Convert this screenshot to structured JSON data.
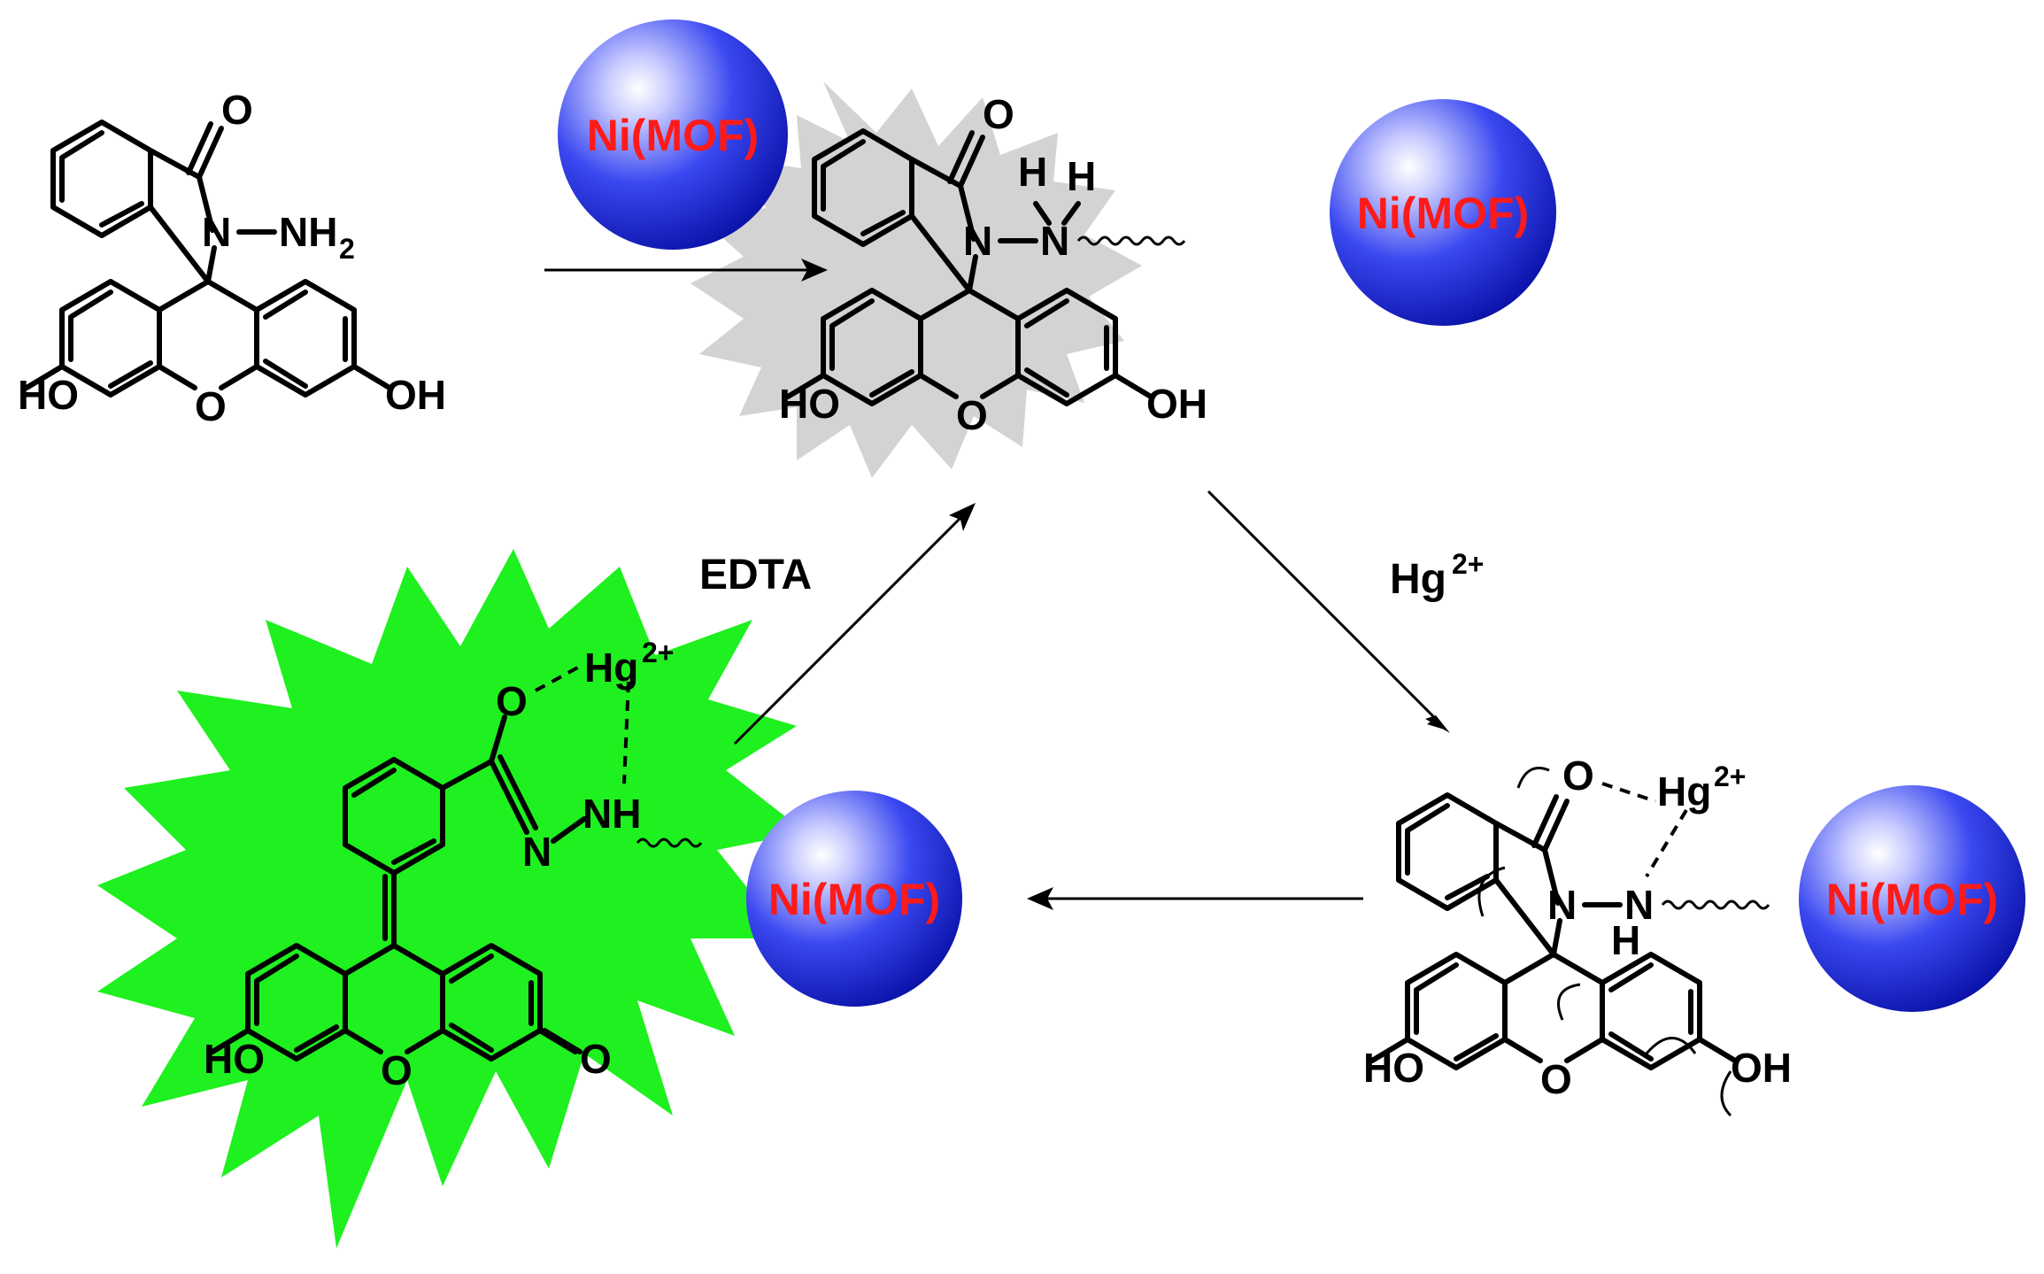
{
  "mof_label": "Ni(MOF)",
  "atoms": {
    "O": "O",
    "N": "N",
    "H": "H",
    "NH": "NH",
    "NH2": "NH",
    "sub2": "2",
    "HO": "HO",
    "OH": "OH",
    "Hg": "Hg",
    "charge": "2+"
  },
  "arrows": {
    "edta_label": "EDTA",
    "hg_label": "Hg",
    "hg_charge": "2+"
  },
  "colors": {
    "sphere_blue": "#1e2fe0",
    "mof_text": "#ff1a1a",
    "gray_burst": "#d3d3d3",
    "green_burst": "#1ff01f"
  }
}
